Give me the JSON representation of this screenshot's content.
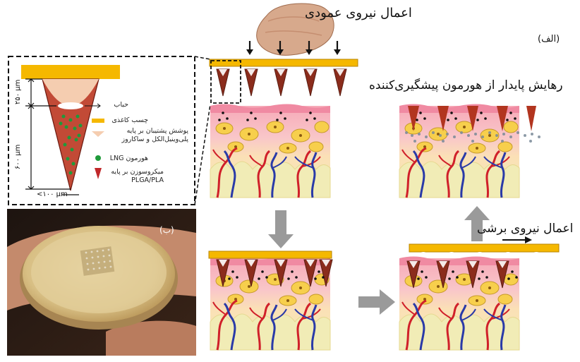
{
  "labels": {
    "vertical_force": "اعمال نیروی عمودی",
    "panel_a": "(الف)",
    "sustained_release": "رهایش پایدار از هورمون پیشگیری‌کننده",
    "shear_force": "اعمال نیروی برشی",
    "panel_b": "(ب)"
  },
  "inset": {
    "dim_top": "۲۵۰ µm",
    "dim_main": "۶۰۰ µm",
    "dim_base": "<۱۰۰ µm",
    "legend": [
      {
        "text": "حباب",
        "icon": "bubble-icon"
      },
      {
        "text": "چسب کاغذی",
        "icon": "paper-adhesive-icon"
      },
      {
        "text": "پوشش پشتیبان بر پایه پلی‌وینیل‌الکل و ساکاروز",
        "icon": "backing-layer-icon"
      },
      {
        "text": "هورمون LNG",
        "icon": "hormone-dot-icon"
      },
      {
        "text": "میکروسوزن بر پایه PLGA/PLA",
        "icon": "microneedle-icon"
      }
    ]
  },
  "colors": {
    "adhesive": "#f5b800",
    "needle": "#8b2c1c",
    "needle_dark": "#5b1e12",
    "hormone": "#1f9a3a",
    "skin_top": "#f4a6b6",
    "dermis": "#fbe3b0",
    "cell": "#f7d04a",
    "fat": "#f2ecb4",
    "artery": "#d0202a",
    "vein": "#2a3aa8",
    "arrow_gray": "#9a9a9a",
    "finger": "#c88b6e"
  }
}
